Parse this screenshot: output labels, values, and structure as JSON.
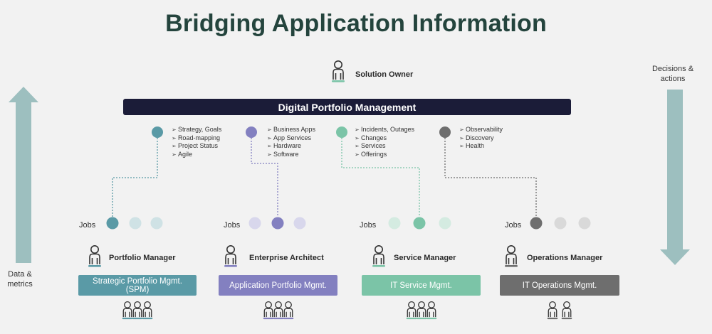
{
  "title": "Bridging Application Information",
  "solution_owner": "Solution Owner",
  "dpm_label": "Digital Portfolio Management",
  "left_arrow_label": [
    "Data &",
    "metrics"
  ],
  "right_arrow_label": [
    "Decisions &",
    "actions"
  ],
  "colors": {
    "title": "#24443d",
    "dpm_bar": "#1b1c38",
    "arrow": "#9dbfbf",
    "spm": "#5a9aa6",
    "apm": "#8380c0",
    "itsm": "#7bc4a7",
    "itom": "#6e6e6e"
  },
  "columns": [
    {
      "bullets": [
        "Strategy, Goals",
        "Road-mapping",
        "Project Status",
        "Agile"
      ],
      "jobs_label": "Jobs",
      "role": "Portfolio Manager",
      "system": "Strategic Portfolio Mgmt. (SPM)",
      "color": "#5a9aa6",
      "light": "#cfe2e5",
      "people": 3
    },
    {
      "bullets": [
        "Business Apps",
        "App Services",
        "Hardware",
        "Software"
      ],
      "jobs_label": "Jobs",
      "role": "Enterprise Architect",
      "system": "Application Portfolio Mgmt.",
      "color": "#8380c0",
      "light": "#d8d7ec",
      "people": 3
    },
    {
      "bullets": [
        "Incidents, Outages",
        "Changes",
        "Services",
        "Offerings"
      ],
      "jobs_label": "Jobs",
      "role": "Service Manager",
      "system": "IT Service Mgmt.",
      "color": "#7bc4a7",
      "light": "#d4ebe1",
      "people": 3
    },
    {
      "bullets": [
        "Observability",
        "Discovery",
        "Health"
      ],
      "jobs_label": "Jobs",
      "role": "Operations Manager",
      "system": "IT Operations Mgmt.",
      "color": "#6e6e6e",
      "light": "#d9d9d9",
      "people": 2
    }
  ]
}
